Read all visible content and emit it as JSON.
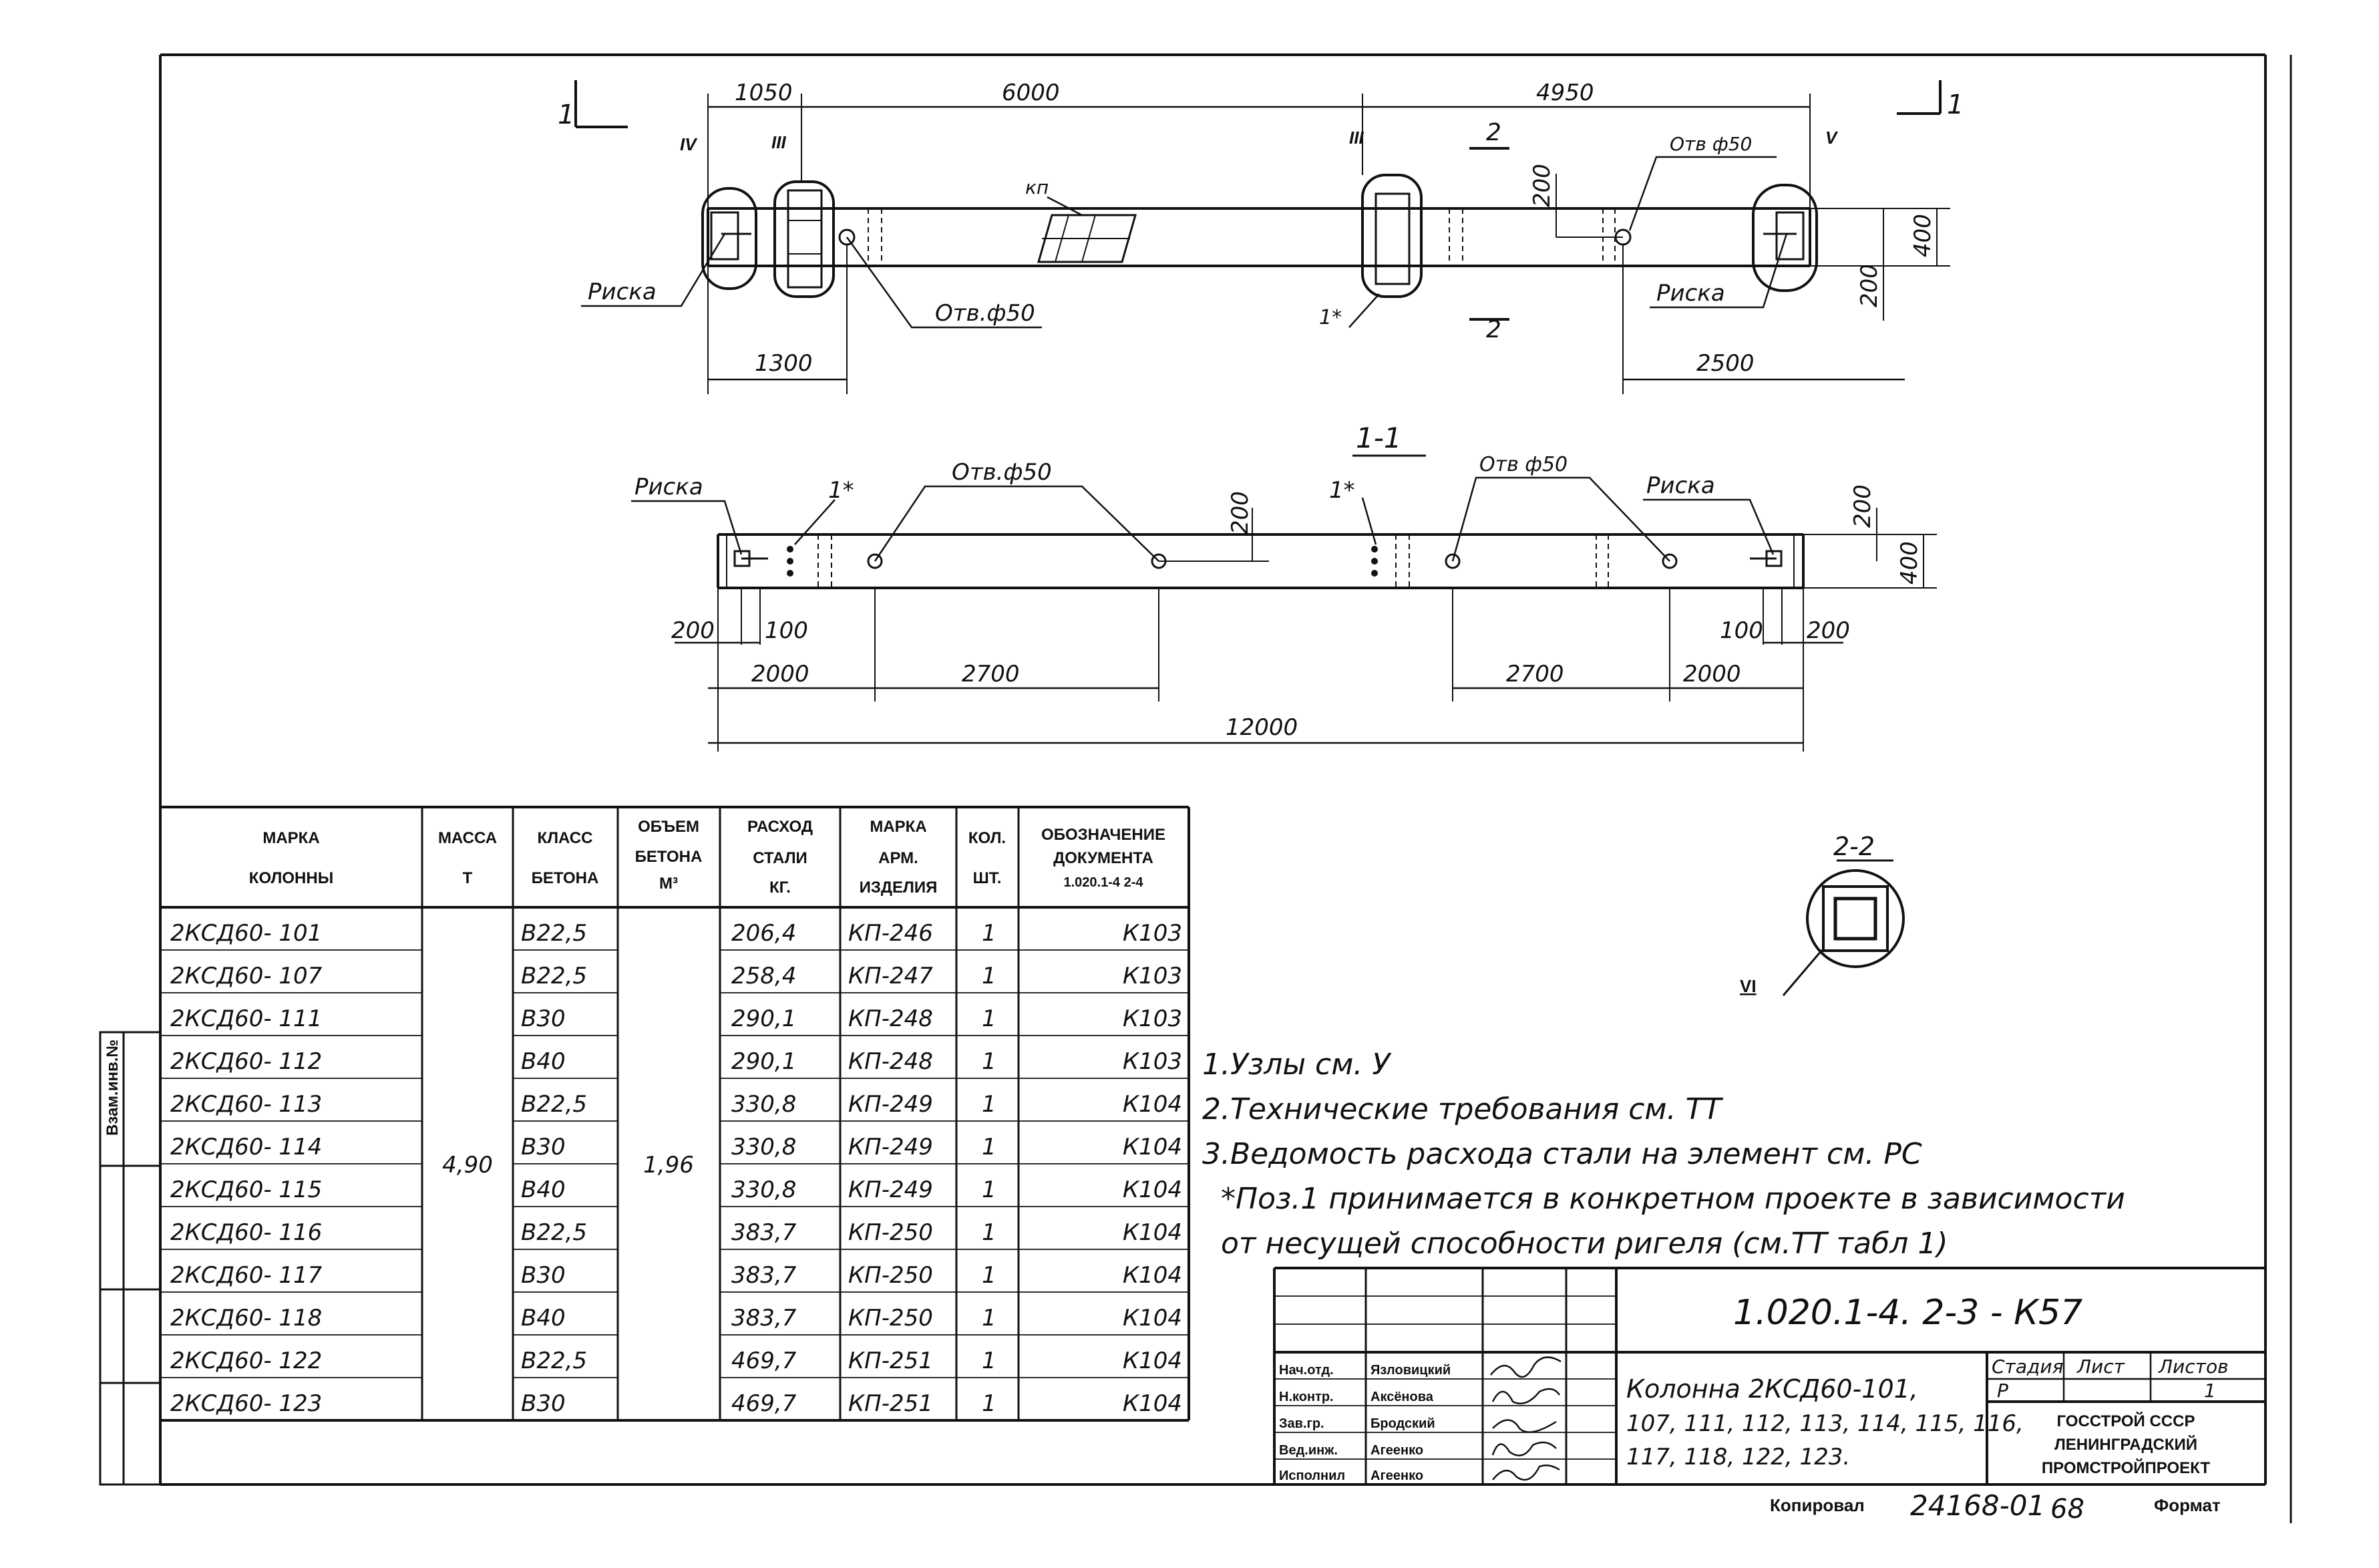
{
  "plan": {
    "dim_1050": "1050",
    "dim_6000": "6000",
    "dim_4950": "4950",
    "dim_1300": "1300",
    "dim_2500": "2500",
    "dim_200_top": "200",
    "dim_400": "400",
    "dim_200_bot": "200",
    "label_riska_left": "Риска",
    "label_riska_right": "Риска",
    "label_otv_left": "Отв.ф50",
    "label_otv_right": "Отв ф50",
    "label_kp": "кп",
    "label_1star": "1*",
    "cut_left": "1",
    "cut_right": "1",
    "cut_2_top": "2",
    "cut_2_bot": "2",
    "node_IV": "IV",
    "node_III_left": "III",
    "node_III_mid": "III",
    "node_V": "V"
  },
  "section11": {
    "title": "1-1",
    "label_riska_left": "Риска",
    "label_riska_right": "Риска",
    "label_1star_left": "1*",
    "label_1star_right": "1*",
    "label_otv_left": "Отв.ф50",
    "label_otv_right": "Отв ф50",
    "dim_200_mid": "200",
    "dim_200_right": "200",
    "dim_400": "400",
    "dim_200_l": "200",
    "dim_100_l": "100",
    "dim_100_r": "100",
    "dim_200_r": "200",
    "dim_2000_l": "2000",
    "dim_2700_l": "2700",
    "dim_2700_r": "2700",
    "dim_2000_r": "2000",
    "dim_12000": "12000"
  },
  "section22": {
    "title": "2-2",
    "node_VI": "VI"
  },
  "table": {
    "headers": {
      "mark_l1": "МАРКА",
      "mark_l2": "КОЛОННЫ",
      "mass_l1": "МАССА",
      "mass_l2": "Т",
      "class_l1": "КЛАСС",
      "class_l2": "БЕТОНА",
      "vol_l1": "ОБЪЕМ",
      "vol_l2": "БЕТОНА",
      "vol_l3": "М³",
      "steel_l1": "РАСХОД",
      "steel_l2": "СТАЛИ",
      "steel_l3": "КГ.",
      "arm_l1": "МАРКА",
      "arm_l2": "АРМ.",
      "arm_l3": "ИЗДЕЛИЯ",
      "qty_l1": "КОЛ.",
      "qty_l2": "ШТ.",
      "doc_l1": "ОБОЗНАЧЕНИЕ",
      "doc_l2": "ДОКУМЕНТА",
      "doc_l3": "1.020.1-4  2-4"
    },
    "mass": "4,90",
    "volume": "1,96",
    "rows": [
      {
        "mark": "2КСД60-  101",
        "cls": "В22,5",
        "steel": "206,4",
        "arm": "КП-246",
        "qty": "1",
        "doc": "К103"
      },
      {
        "mark": "2КСД60-  107",
        "cls": "В22,5",
        "steel": "258,4",
        "arm": "КП-247",
        "qty": "1",
        "doc": "К103"
      },
      {
        "mark": "2КСД60-  111",
        "cls": "В30",
        "steel": "290,1",
        "arm": "КП-248",
        "qty": "1",
        "doc": "К103"
      },
      {
        "mark": "2КСД60-  112",
        "cls": "В40",
        "steel": "290,1",
        "arm": "КП-248",
        "qty": "1",
        "doc": "К103"
      },
      {
        "mark": "2КСД60-  113",
        "cls": "В22,5",
        "steel": "330,8",
        "arm": "КП-249",
        "qty": "1",
        "doc": "К104"
      },
      {
        "mark": "2КСД60-  114",
        "cls": "В30",
        "steel": "330,8",
        "arm": "КП-249",
        "qty": "1",
        "doc": "К104"
      },
      {
        "mark": "2КСД60-  115",
        "cls": "В40",
        "steel": "330,8",
        "arm": "КП-249",
        "qty": "1",
        "doc": "К104"
      },
      {
        "mark": "2КСД60-  116",
        "cls": "В22,5",
        "steel": "383,7",
        "arm": "КП-250",
        "qty": "1",
        "doc": "К104"
      },
      {
        "mark": "2КСД60-  117",
        "cls": "В30",
        "steel": "383,7",
        "arm": "КП-250",
        "qty": "1",
        "doc": "К104"
      },
      {
        "mark": "2КСД60-  118",
        "cls": "В40",
        "steel": "383,7",
        "arm": "КП-250",
        "qty": "1",
        "doc": "К104"
      },
      {
        "mark": "2КСД60-  122",
        "cls": "В22,5",
        "steel": "469,7",
        "arm": "КП-251",
        "qty": "1",
        "doc": "К104"
      },
      {
        "mark": "2КСД60-  123",
        "cls": "В30",
        "steel": "469,7",
        "arm": "КП-251",
        "qty": "1",
        "doc": "К104"
      }
    ]
  },
  "notes": {
    "n1": "1.Узлы см. У",
    "n2": "2.Технические требования см. ТТ",
    "n3": "3.Ведомость расхода стали на элемент см. РС",
    "n4a": "*Поз.1 принимается в конкретном проекте в зависимости",
    "n4b": "от несущей способности ригеля (см.ТТ табл 1)"
  },
  "titleblock": {
    "code": "1.020.1-4.  2-3   -   К57",
    "roles": [
      "Нач.отд.",
      "Н.контр.",
      "Зав.гр.",
      "Вед.инж.",
      "Исполнил"
    ],
    "names": [
      "Язловицкий",
      "Аксёнова",
      "Бродский",
      "Агеенко",
      "Агеенко"
    ],
    "element_l1": "Колонна 2КСД60-101,",
    "element_l2": "107, 111, 112, 113, 114, 115, 116,",
    "element_l3": "117, 118, 122, 123.",
    "stage_h": "Стадия",
    "sheet_h": "Лист",
    "sheets_h": "Листов",
    "stage_v": "Р",
    "sheets_v": "1",
    "org_l1": "ГОССТРОЙ СССР",
    "org_l2": "ЛЕНИНГРАДСКИЙ",
    "org_l3": "ПРОМСТРОЙПРОЕКТ"
  },
  "footer": {
    "copied": "Копировал",
    "number": "24168-01",
    "page": "68",
    "format": "Формат"
  },
  "side_stamp": {
    "inv": "Взам.инв.№"
  }
}
